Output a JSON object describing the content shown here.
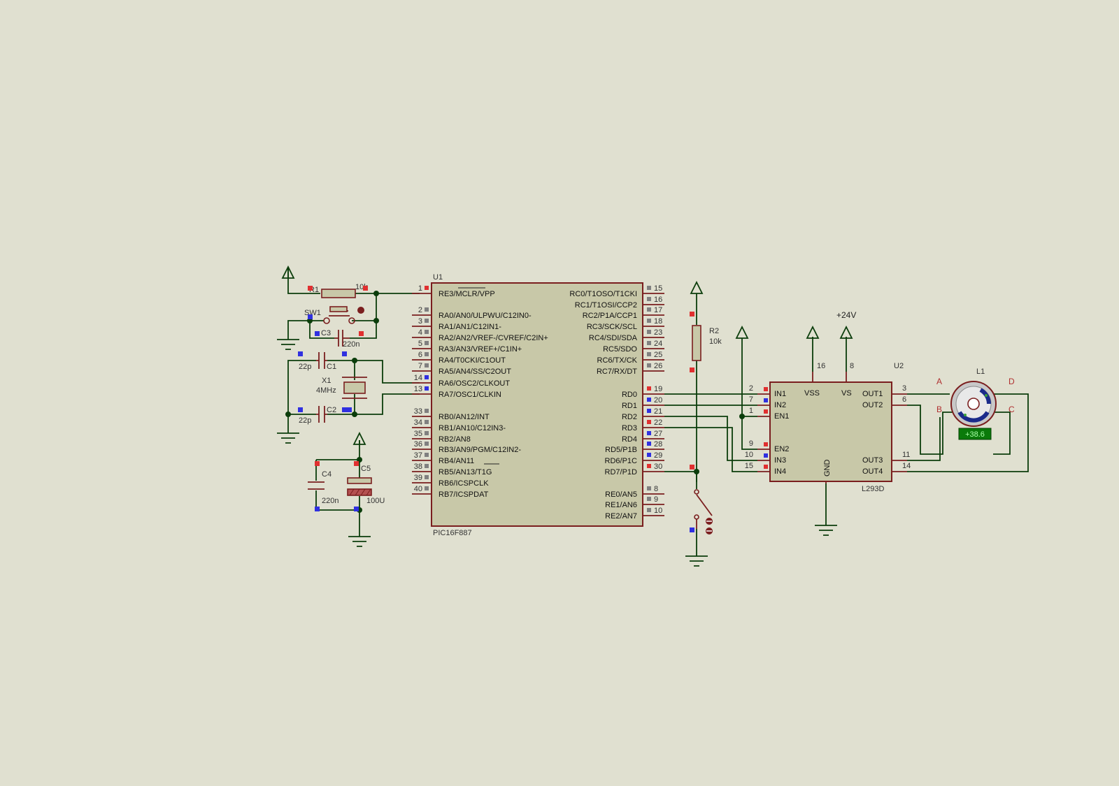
{
  "colors": {
    "background": "#e0e0d0",
    "wire": "#0b3d0b",
    "component_outline": "#7a1e1e",
    "component_fill": "#c8c8a8",
    "pin_high": "#e03030",
    "pin_low": "#3030e0",
    "pin_neutral": "#808080",
    "probe_bg": "#0a7a0a",
    "probe_text": "#a8ffa8"
  },
  "u1": {
    "ref": "U1",
    "part": "PIC16F887",
    "left_pins": [
      {
        "num": "1",
        "name": "RE3/MCLR/VPP",
        "state": "high"
      },
      {
        "num": "2",
        "name": "RA0/AN0/ULPWU/C12IN0-",
        "state": "neutral"
      },
      {
        "num": "3",
        "name": "RA1/AN1/C12IN1-",
        "state": "neutral"
      },
      {
        "num": "4",
        "name": "RA2/AN2/VREF-/CVREF/C2IN+",
        "state": "neutral"
      },
      {
        "num": "5",
        "name": "RA3/AN3/VREF+/C1IN+",
        "state": "neutral"
      },
      {
        "num": "6",
        "name": "RA4/T0CKI/C1OUT",
        "state": "neutral"
      },
      {
        "num": "7",
        "name": "RA5/AN4/SS/C2OUT",
        "state": "neutral"
      },
      {
        "num": "14",
        "name": "RA6/OSC2/CLKOUT",
        "state": "low"
      },
      {
        "num": "13",
        "name": "RA7/OSC1/CLKIN",
        "state": "low"
      },
      {
        "num": "33",
        "name": "RB0/AN12/INT",
        "state": "neutral"
      },
      {
        "num": "34",
        "name": "RB1/AN10/C12IN3-",
        "state": "neutral"
      },
      {
        "num": "35",
        "name": "RB2/AN8",
        "state": "neutral"
      },
      {
        "num": "36",
        "name": "RB3/AN9/PGM/C12IN2-",
        "state": "neutral"
      },
      {
        "num": "37",
        "name": "RB4/AN11",
        "state": "neutral"
      },
      {
        "num": "38",
        "name": "RB5/AN13/T1G",
        "state": "neutral"
      },
      {
        "num": "39",
        "name": "RB6/ICSPCLK",
        "state": "neutral"
      },
      {
        "num": "40",
        "name": "RB7/ICSPDAT",
        "state": "neutral"
      }
    ],
    "right_pins": [
      {
        "num": "15",
        "name": "RC0/T1OSO/T1CKI",
        "state": "neutral"
      },
      {
        "num": "16",
        "name": "RC1/T1OSI/CCP2",
        "state": "neutral"
      },
      {
        "num": "17",
        "name": "RC2/P1A/CCP1",
        "state": "neutral"
      },
      {
        "num": "18",
        "name": "RC3/SCK/SCL",
        "state": "neutral"
      },
      {
        "num": "23",
        "name": "RC4/SDI/SDA",
        "state": "neutral"
      },
      {
        "num": "24",
        "name": "RC5/SDO",
        "state": "neutral"
      },
      {
        "num": "25",
        "name": "RC6/TX/CK",
        "state": "neutral"
      },
      {
        "num": "26",
        "name": "RC7/RX/DT",
        "state": "neutral"
      },
      {
        "num": "19",
        "name": "RD0",
        "state": "high"
      },
      {
        "num": "20",
        "name": "RD1",
        "state": "low"
      },
      {
        "num": "21",
        "name": "RD2",
        "state": "low"
      },
      {
        "num": "22",
        "name": "RD3",
        "state": "high"
      },
      {
        "num": "27",
        "name": "RD4",
        "state": "low"
      },
      {
        "num": "28",
        "name": "RD5/P1B",
        "state": "low"
      },
      {
        "num": "29",
        "name": "RD6/P1C",
        "state": "low"
      },
      {
        "num": "30",
        "name": "RD7/P1D",
        "state": "high"
      },
      {
        "num": "8",
        "name": "RE0/AN5",
        "state": "neutral"
      },
      {
        "num": "9",
        "name": "RE1/AN6",
        "state": "neutral"
      },
      {
        "num": "10",
        "name": "RE2/AN7",
        "state": "neutral"
      }
    ]
  },
  "u2": {
    "ref": "U2",
    "part": "L293D",
    "pin_names": {
      "in1": "IN1",
      "in2": "IN2",
      "en1": "EN1",
      "en2": "EN2",
      "in3": "IN3",
      "in4": "IN4",
      "vss": "VSS",
      "vs": "VS",
      "gnd": "GND",
      "out1": "OUT1",
      "out2": "OUT2",
      "out3": "OUT3",
      "out4": "OUT4"
    },
    "pin_nums": {
      "in1": "2",
      "in2": "7",
      "en1": "1",
      "en2": "9",
      "in3": "10",
      "in4": "15",
      "vss": "16",
      "vs": "8",
      "out1": "3",
      "out2": "6",
      "out3": "11",
      "out4": "14"
    }
  },
  "power_label": "+24V",
  "components": {
    "r1": {
      "ref": "R1",
      "value": "10k"
    },
    "r2": {
      "ref": "R2",
      "value": "10k"
    },
    "sw1": {
      "ref": "SW1"
    },
    "c1": {
      "ref": "C1",
      "value": "22p"
    },
    "c2": {
      "ref": "C2",
      "value": "22p"
    },
    "c3": {
      "ref": "C3",
      "value": "220n"
    },
    "c4": {
      "ref": "C4",
      "value": "220n"
    },
    "c5": {
      "ref": "C5",
      "value": "100U"
    },
    "x1": {
      "ref": "X1",
      "value": "4MHz"
    }
  },
  "motor": {
    "ref": "L1",
    "readout": "+38.6",
    "terminals": {
      "a": "A",
      "b": "B",
      "c": "C",
      "d": "D"
    }
  }
}
